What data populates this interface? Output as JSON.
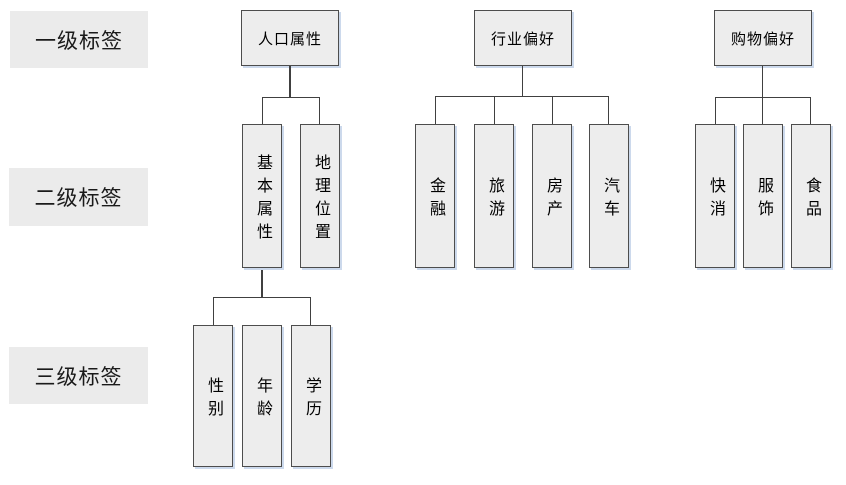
{
  "legend_rows": [
    {
      "label": "一级标签"
    },
    {
      "label": "二级标签"
    },
    {
      "label": "三级标签"
    }
  ],
  "tree": [
    {
      "label": "人口属性",
      "children": [
        {
          "label": "基本属性",
          "children": [
            {
              "label": "性别"
            },
            {
              "label": "年龄"
            },
            {
              "label": "学历"
            }
          ]
        },
        {
          "label": "地理位置"
        }
      ]
    },
    {
      "label": "行业偏好",
      "children": [
        {
          "label": "金融"
        },
        {
          "label": "旅游"
        },
        {
          "label": "房产"
        },
        {
          "label": "汽车"
        }
      ]
    },
    {
      "label": "购物偏好",
      "children": [
        {
          "label": "快消"
        },
        {
          "label": "服饰"
        },
        {
          "label": "食品"
        }
      ]
    }
  ],
  "colors": {
    "background": "#ffffff",
    "node_fill": "#ededed",
    "node_border": "#4d4d4d",
    "node_shadow": "#ccd9ec",
    "row_label_fill": "#ebebeb",
    "connector_line": "#404040",
    "text": "#000000"
  }
}
